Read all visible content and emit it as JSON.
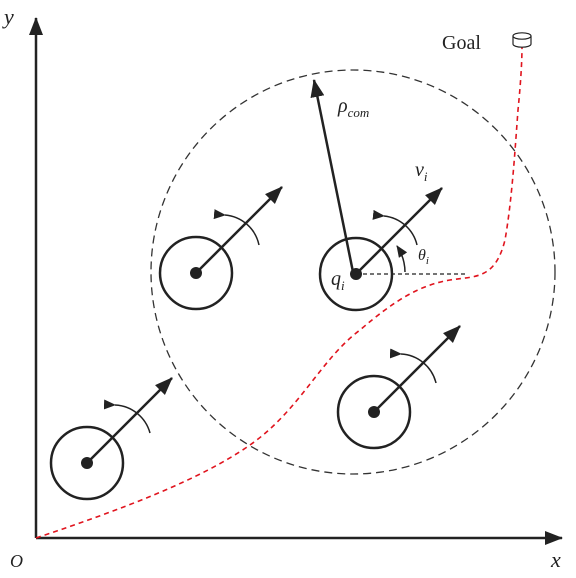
{
  "labels": {
    "y_axis": "y",
    "x_axis": "x",
    "origin": "O",
    "goal": "Goal",
    "rho_main": "ρ",
    "rho_sub": "com",
    "v_main": "v",
    "v_sub": "i",
    "theta_main": "θ",
    "theta_sub": "i",
    "q_main": "q",
    "q_sub": "i"
  },
  "colors": {
    "ink": "#222222",
    "path": "#e0141e",
    "background": "#ffffff"
  },
  "icons": {
    "goal": "goal-cylinder-icon",
    "robot": "robot-wheel-icon"
  }
}
